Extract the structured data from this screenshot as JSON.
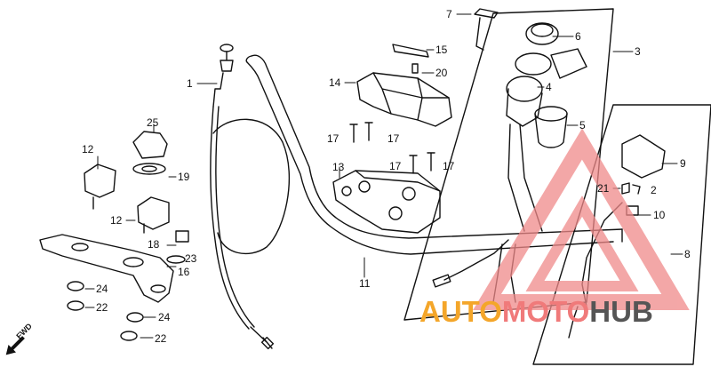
{
  "diagram": {
    "part_labels": [
      {
        "id": "p1",
        "text": "1"
      },
      {
        "id": "p2",
        "text": "2"
      },
      {
        "id": "p3",
        "text": "3"
      },
      {
        "id": "p4",
        "text": "4"
      },
      {
        "id": "p5",
        "text": "5"
      },
      {
        "id": "p6",
        "text": "6"
      },
      {
        "id": "p7",
        "text": "7"
      },
      {
        "id": "p8",
        "text": "8"
      },
      {
        "id": "p9",
        "text": "9"
      },
      {
        "id": "p10",
        "text": "10"
      },
      {
        "id": "p11",
        "text": "11"
      },
      {
        "id": "p12a",
        "text": "12"
      },
      {
        "id": "p12b",
        "text": "12"
      },
      {
        "id": "p13",
        "text": "13"
      },
      {
        "id": "p14",
        "text": "14"
      },
      {
        "id": "p15",
        "text": "15"
      },
      {
        "id": "p16",
        "text": "16"
      },
      {
        "id": "p17a",
        "text": "17"
      },
      {
        "id": "p17b",
        "text": "17"
      },
      {
        "id": "p17c",
        "text": "17"
      },
      {
        "id": "p17d",
        "text": "17"
      },
      {
        "id": "p18",
        "text": "18"
      },
      {
        "id": "p19",
        "text": "19"
      },
      {
        "id": "p20",
        "text": "20"
      },
      {
        "id": "p21",
        "text": "21"
      },
      {
        "id": "p22a",
        "text": "22"
      },
      {
        "id": "p22b",
        "text": "22"
      },
      {
        "id": "p23",
        "text": "23"
      },
      {
        "id": "p24a",
        "text": "24"
      },
      {
        "id": "p24b",
        "text": "24"
      },
      {
        "id": "p25",
        "text": "25"
      }
    ],
    "direction_marker": "FWD"
  },
  "watermark": {
    "part1": "AUTO",
    "part2": "MOTO",
    "part3": "HUB",
    "colors": {
      "auto": "#f4a62a",
      "moto": "#f07a7a",
      "hub": "#555555",
      "triangle": "#f08a8a"
    }
  }
}
